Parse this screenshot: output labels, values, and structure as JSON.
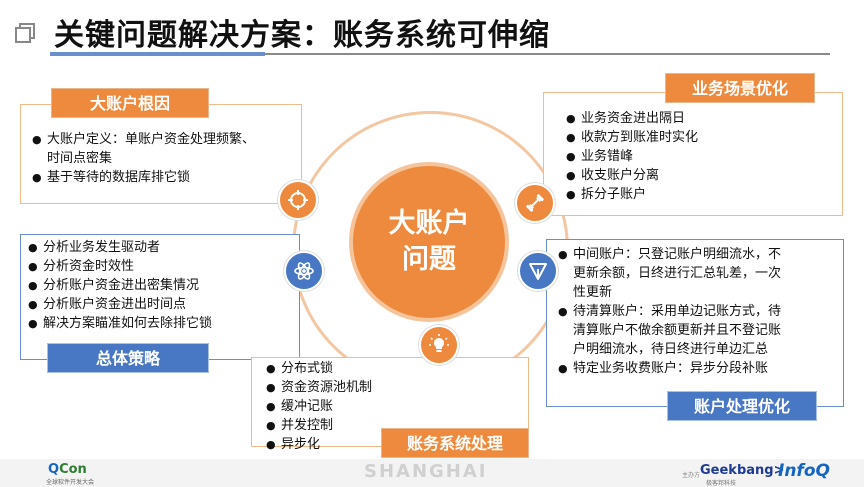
{
  "title": "关键问题解决方案：账务系统可伸缩",
  "center": {
    "line1": "大账户",
    "line2": "问题"
  },
  "panels": {
    "root_cause": {
      "label": "大账户根因",
      "items": [
        "大账户定义：单账户资金处理频繁、",
        "时间点密集",
        "基于等待的数据库排它锁"
      ]
    },
    "strategy": {
      "label": "总体策略",
      "items": [
        "分析业务发生驱动者",
        "分析资金时效性",
        "分析账户资金进出密集情况",
        "分析账户资金进出时间点",
        "解决方案瞄准如何去除排它锁"
      ]
    },
    "system": {
      "label": "账务系统处理",
      "items": [
        "分布式锁",
        "资金资源池机制",
        "缓冲记账",
        "并发控制",
        "异步化"
      ]
    },
    "business": {
      "label": "业务场景优化",
      "items": [
        "业务资金进出隔日",
        "收款方到账准时实化",
        "业务错峰",
        "收支账户分离",
        "拆分子账户"
      ]
    },
    "account": {
      "label": "账户处理优化",
      "items": [
        "中间账户：只登记账户明细流水，不",
        "更新余额，日终进行汇总轧差，一次",
        "性更新",
        "待清算账户：采用单边记账方式，待",
        "清算账户不做余额更新并且不登记账",
        "户明细流水，待日终进行单边汇总",
        "特定业务收费账户：异步分段补账"
      ]
    }
  },
  "colors": {
    "orange": "#ee8a3d",
    "blue": "#4877c4",
    "ring": "#f3c7a1"
  },
  "icons": [
    "crosshair-icon",
    "atom-icon",
    "lightbulb-icon",
    "dumbbell-icon",
    "send-icon",
    "copy-icon"
  ],
  "footer": {
    "qcon_q": "Q",
    "qcon_rest": "Con",
    "qcon_sub": "全球软件开发大会",
    "city": "SHANGHAI",
    "organizer": "主办方",
    "geek": "Geekbang>.",
    "geek_sub": "极客邦科技",
    "infoq": "InfoQ"
  }
}
